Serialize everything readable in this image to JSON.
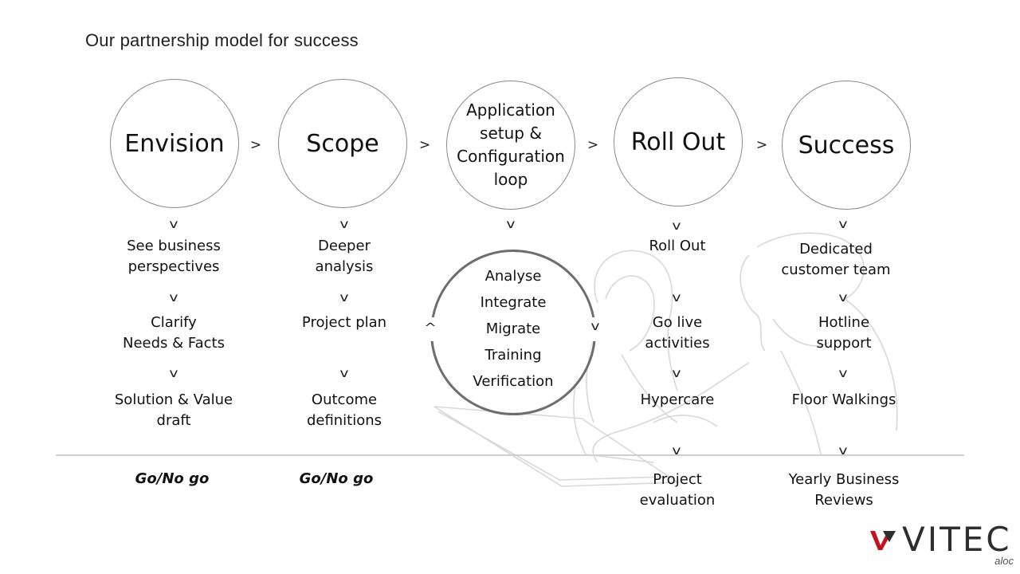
{
  "title": "Our partnership model for success",
  "separator": ">",
  "down_chevron": "v",
  "up_chevron": "^",
  "stages": [
    {
      "label": "Envision",
      "items": [
        "See business\nperspectives",
        "Clarify\nNeeds & Facts",
        "Solution & Value\ndraft"
      ],
      "gate": "Go/No go"
    },
    {
      "label": "Scope",
      "items": [
        "Deeper\nanalysis",
        "Project plan",
        "Outcome\ndefinitions"
      ],
      "gate": "Go/No go"
    },
    {
      "label": "Application\nsetup &\nConfiguration\nloop",
      "loop": [
        "Analyse",
        "Integrate",
        "Migrate",
        "Training",
        "Verification"
      ]
    },
    {
      "label": "Roll Out",
      "items": [
        "Roll Out",
        "Go live\nactivities",
        "Hypercare",
        "Project\nevaluation"
      ]
    },
    {
      "label": "Success",
      "items": [
        "Dedicated\ncustomer team",
        "Hotline\nsupport",
        "Floor Walkings",
        "Yearly Business\nReviews"
      ]
    }
  ],
  "logo": {
    "wordmark": "VITEC",
    "sub": "aloc",
    "colors": {
      "mark": "#c1121f",
      "text": "#2e2e2e"
    }
  }
}
